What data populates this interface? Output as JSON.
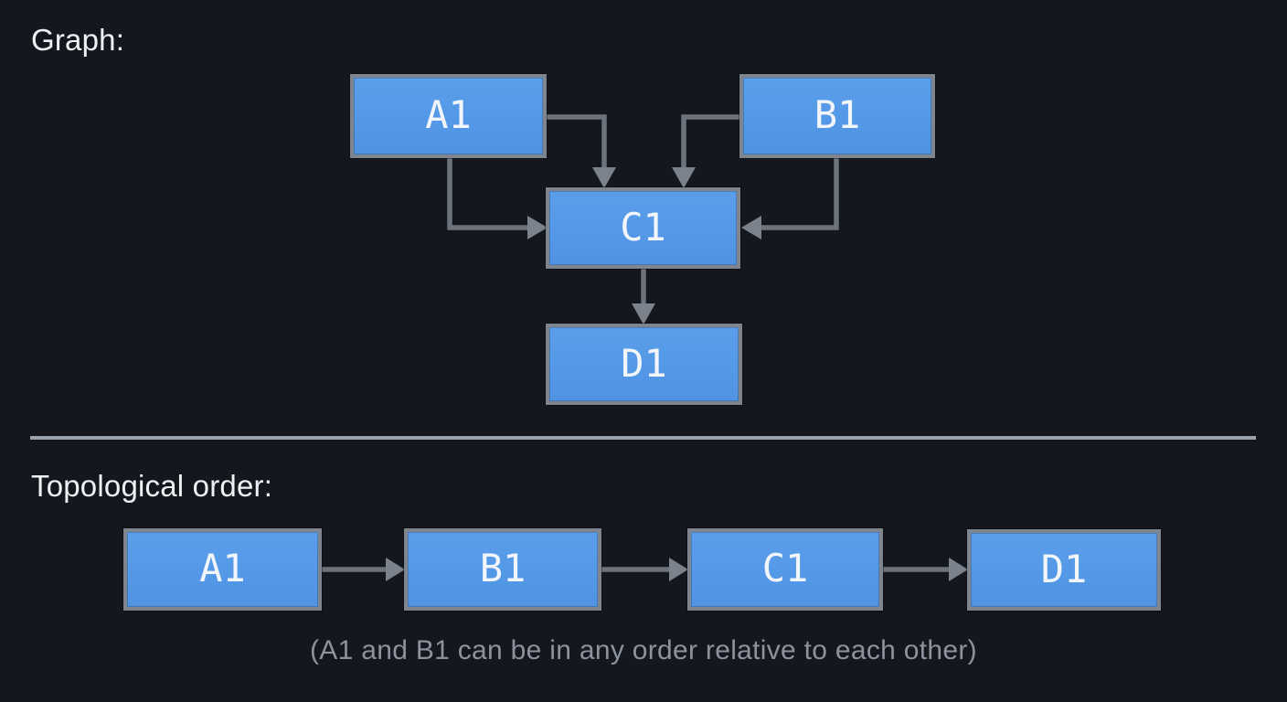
{
  "colors": {
    "background": "#14171d",
    "node-fill": "#559ae8",
    "node-fill-deep": "#4f93e2",
    "node-border": "#7e858f",
    "node-text": "#f2f6fa",
    "edge": "#6c737d",
    "arrowhead": "#7b828c",
    "divider": "#9aa2ad",
    "heading-text": "#eef1f4",
    "caption-text": "#8c939e"
  },
  "graph_section": {
    "heading": "Graph:",
    "nodes": [
      {
        "id": "A1",
        "label": "A1"
      },
      {
        "id": "B1",
        "label": "B1"
      },
      {
        "id": "C1",
        "label": "C1"
      },
      {
        "id": "D1",
        "label": "D1"
      }
    ],
    "edges": [
      {
        "from": "A1",
        "to": "C1",
        "entry": "top"
      },
      {
        "from": "B1",
        "to": "C1",
        "entry": "top"
      },
      {
        "from": "A1",
        "to": "C1",
        "entry": "left"
      },
      {
        "from": "B1",
        "to": "C1",
        "entry": "right"
      },
      {
        "from": "C1",
        "to": "D1",
        "entry": "top"
      }
    ]
  },
  "topological_section": {
    "heading": "Topological order:",
    "order": [
      {
        "label": "A1"
      },
      {
        "label": "B1"
      },
      {
        "label": "C1"
      },
      {
        "label": "D1"
      }
    ],
    "arrows": [
      {
        "from": "A1",
        "to": "B1"
      },
      {
        "from": "B1",
        "to": "C1"
      },
      {
        "from": "C1",
        "to": "D1"
      }
    ],
    "caption": "(A1 and B1 can be in any order relative to each other)"
  }
}
